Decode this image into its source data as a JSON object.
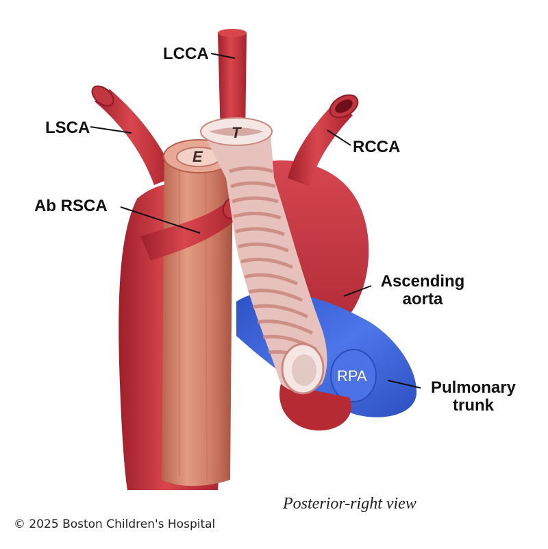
{
  "labels": {
    "lcca": "LCCA",
    "lsca": "LSCA",
    "rcca": "RCCA",
    "ab_rsca": "Ab RSCA",
    "ascending_aorta_line1": "Ascending",
    "ascending_aorta_line2": "aorta",
    "pulmonary_trunk_line1": "Pulmonary",
    "pulmonary_trunk_line2": "trunk"
  },
  "inner_labels": {
    "esophagus": "E",
    "trachea": "T",
    "rpa": "RPA"
  },
  "view_caption": "Posterior-right view",
  "copyright": "© 2025 Boston Children's Hospital",
  "colors": {
    "artery": "#c8323c",
    "artery_dark": "#9e1f2a",
    "artery_light": "#e3646a",
    "esophagus": "#d9846f",
    "esophagus_dark": "#b65e4b",
    "trachea_ring": "#f3e6e4",
    "trachea_gap": "#c9877d",
    "pulmonary": "#3f67e0",
    "pulmonary_dark": "#2a4cb8"
  }
}
